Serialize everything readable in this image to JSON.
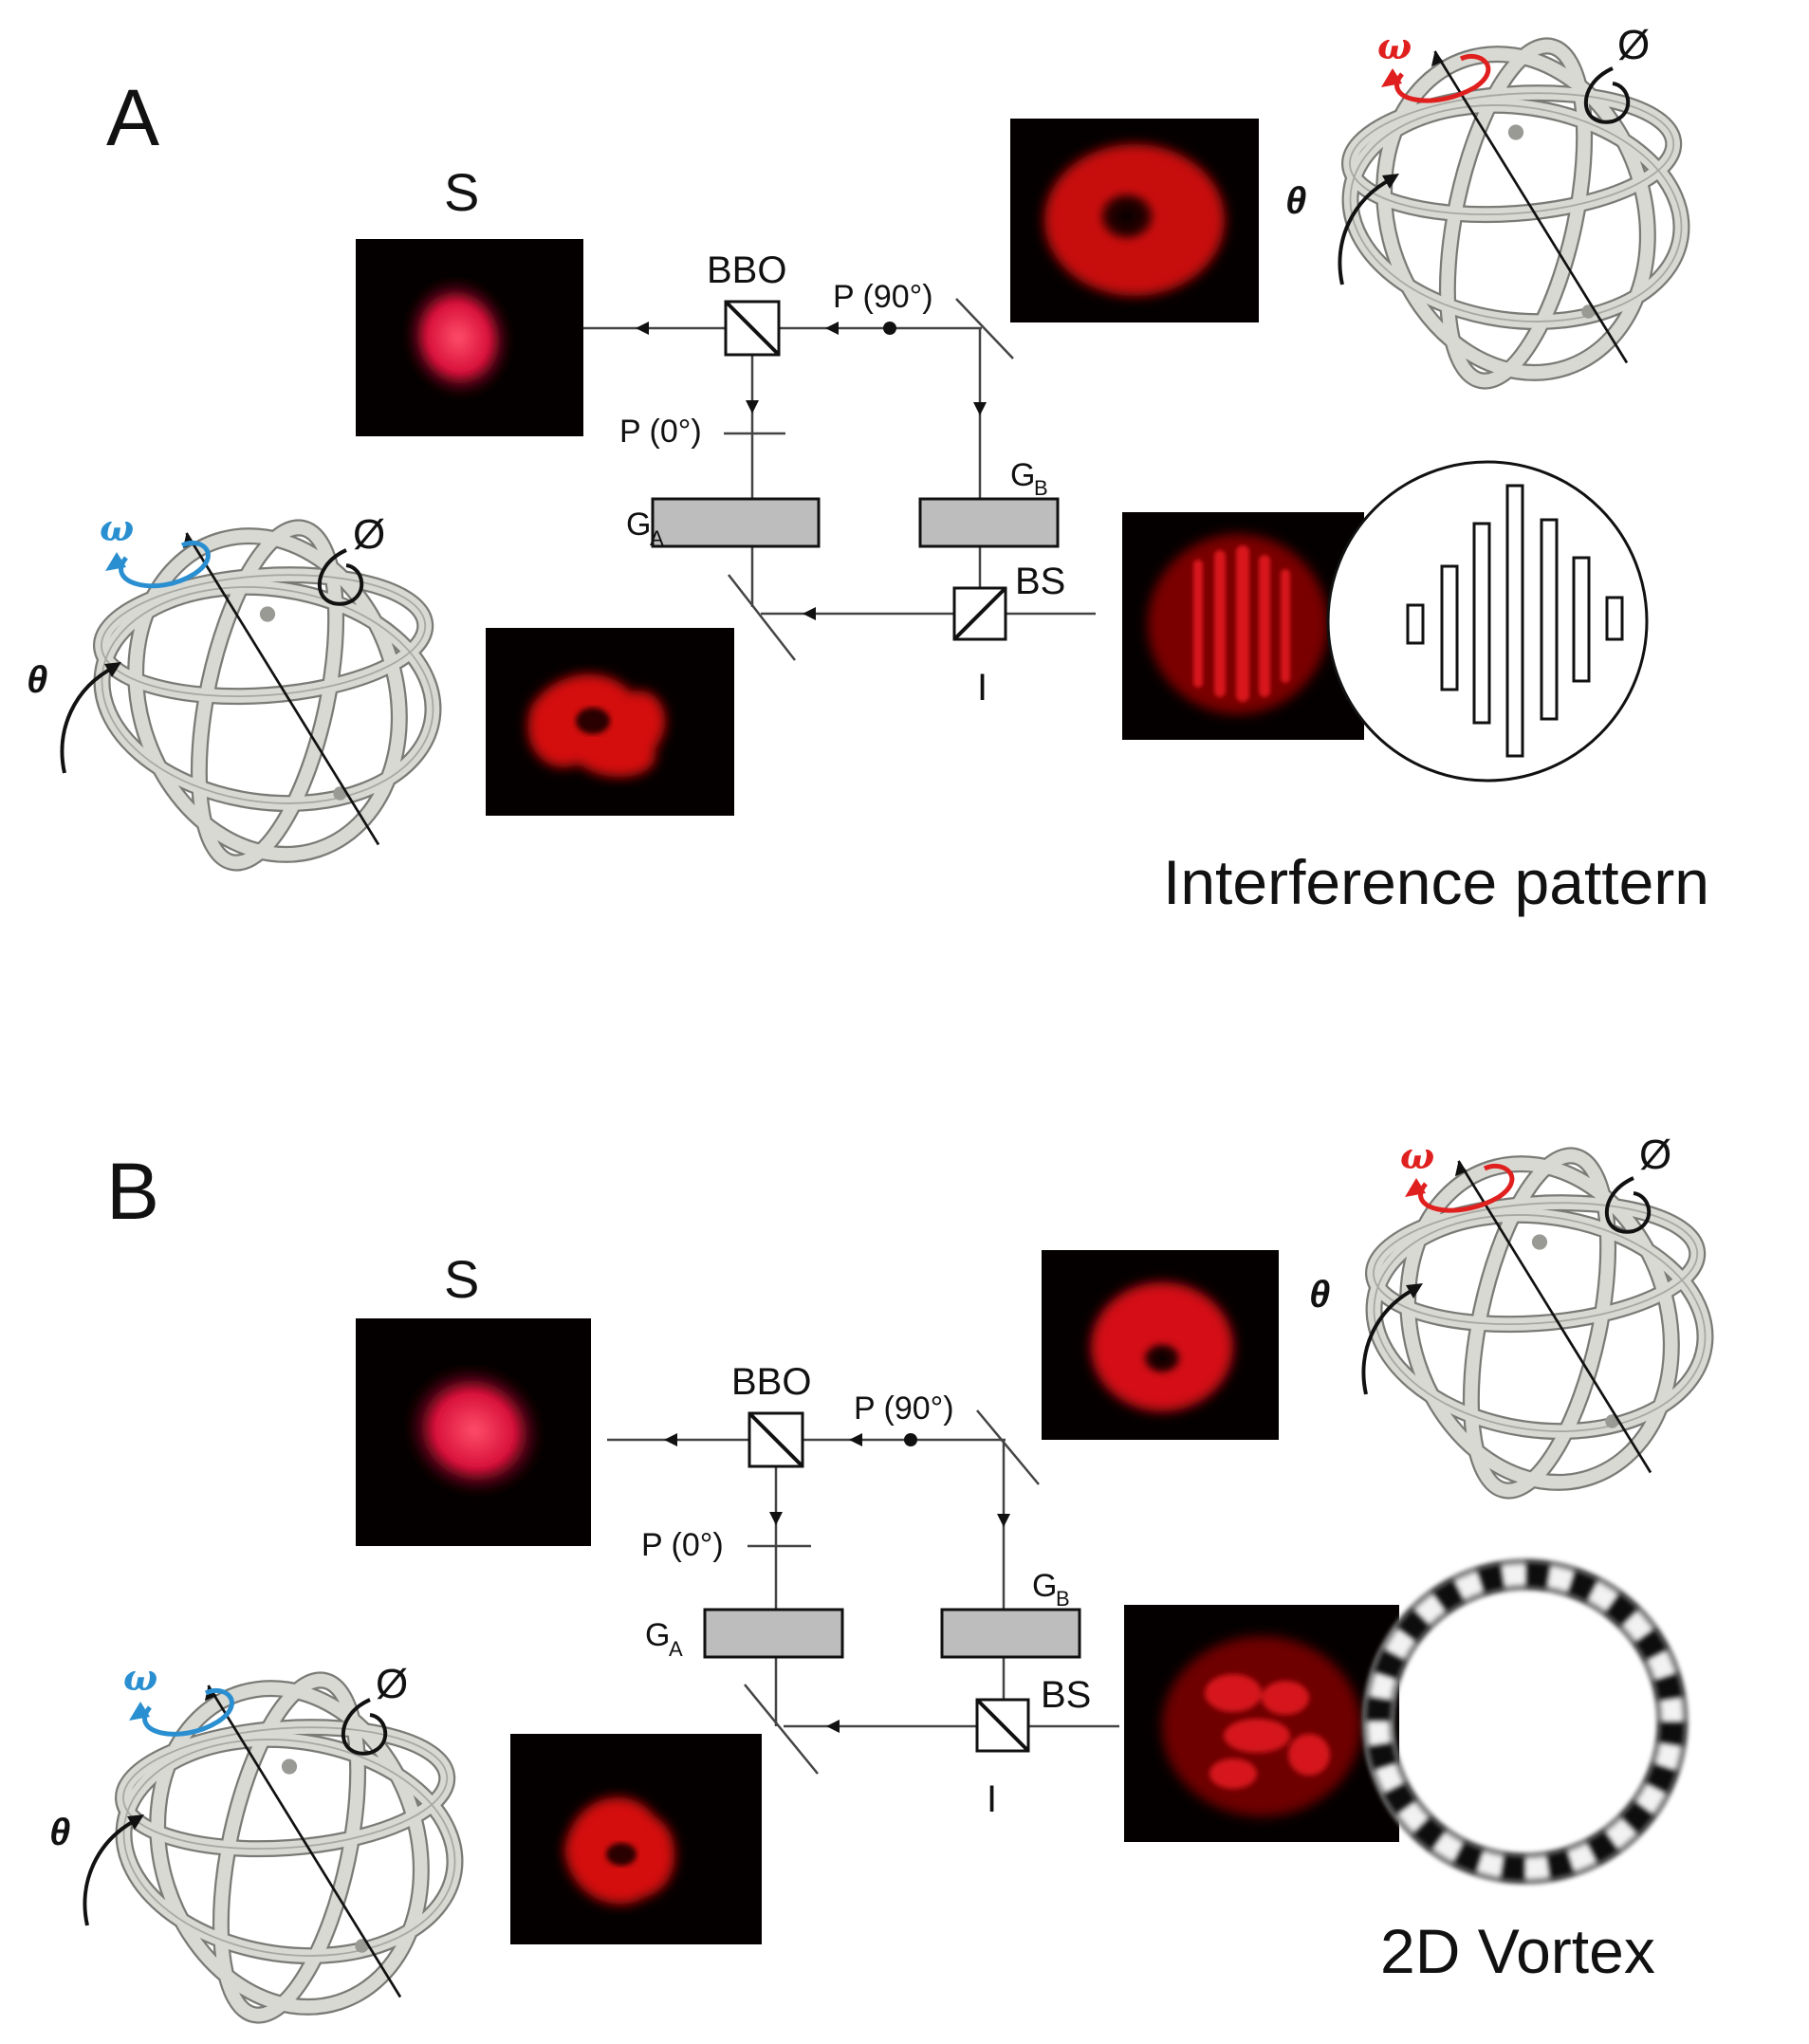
{
  "panels": [
    {
      "id": "A",
      "letter": "A",
      "source": "S",
      "crystal": "BBO",
      "pol_signal": "P (90°)",
      "pol_idler": "P (0°)",
      "grating_a": "G",
      "grating_a_sub": "A",
      "grating_b": "G",
      "grating_b_sub": "B",
      "beamsplitter": "BS",
      "output": "I",
      "caption": "Interference pattern",
      "pattern": "fringes",
      "ring_top": {
        "omega": "ω",
        "phi": "Ø",
        "theta": "θ",
        "color": "#e0201e"
      },
      "ring_bottom": {
        "omega": "ω",
        "phi": "Ø",
        "theta": "θ",
        "color": "#2a8fd0"
      }
    },
    {
      "id": "B",
      "letter": "B",
      "source": "S",
      "crystal": "BBO",
      "pol_signal": "P (90°)",
      "pol_idler": "P (0°)",
      "grating_a": "G",
      "grating_a_sub": "A",
      "grating_b": "G",
      "grating_b_sub": "B",
      "beamsplitter": "BS",
      "output": "I",
      "caption": "2D Vortex",
      "pattern": "vortex",
      "ring_top": {
        "omega": "ω",
        "phi": "Ø",
        "theta": "θ",
        "color": "#e0201e"
      },
      "ring_bottom": {
        "omega": "ω",
        "phi": "Ø",
        "theta": "θ",
        "color": "#2a8fd0"
      }
    }
  ],
  "colors": {
    "beam_red": "#ff1a1a",
    "photo_bg": "#050000",
    "ring_metal": "#c9c9c4",
    "grating_fill": "#bdbdbd"
  }
}
